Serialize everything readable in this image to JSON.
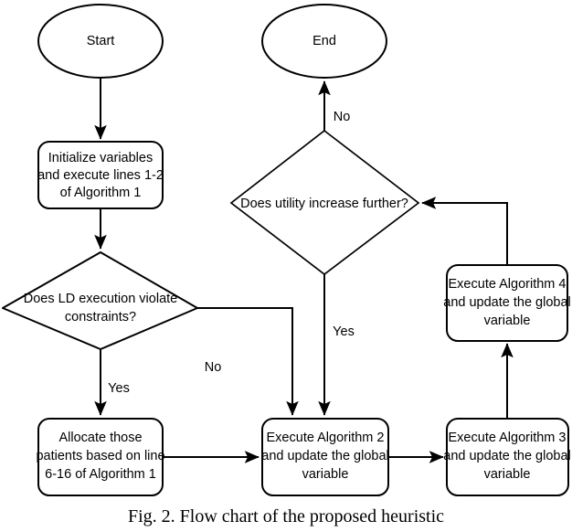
{
  "figure": {
    "caption": "Fig. 2. Flow chart of the proposed heuristic",
    "stroke_color": "#000000",
    "fill_color": "#ffffff"
  },
  "nodes": {
    "start": {
      "label": "Start",
      "shape": "ellipse"
    },
    "end": {
      "label": "End",
      "shape": "ellipse"
    },
    "initialize": {
      "shape": "process",
      "line1": "Initialize variables",
      "line2": "and execute lines 1-2",
      "line3": "of Algorithm 1"
    },
    "ld_decision": {
      "shape": "decision",
      "line1": "Does LD execution violate",
      "line2": "constraints?"
    },
    "utility_decision": {
      "shape": "decision",
      "line1": "Does utility increase further?"
    },
    "allocate": {
      "shape": "process",
      "line1": "Allocate those",
      "line2": "patients based on line",
      "line3": "6-16 of Algorithm 1"
    },
    "algorithm2": {
      "shape": "process",
      "line1": "Execute Algorithm 2",
      "line2": "and update the global",
      "line3": "variable"
    },
    "algorithm3": {
      "shape": "process",
      "line1": "Execute Algorithm 3",
      "line2": "and update the global",
      "line3": "variable"
    },
    "algorithm4": {
      "shape": "process",
      "line1": "Execute Algorithm 4",
      "line2": "and update the global",
      "line3": "variable"
    }
  },
  "edge_labels": {
    "ld_yes": "Yes",
    "ld_no": "No",
    "utility_no": "No",
    "utility_yes": "Yes"
  }
}
